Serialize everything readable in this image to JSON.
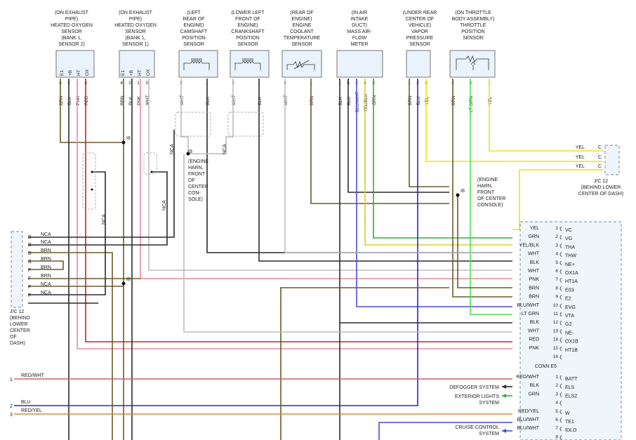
{
  "sensors": [
    {
      "title_lines": [
        "(ON EXHAUST",
        "PIPE)",
        "HEATED OXYGEN",
        "SENSOR",
        "(BANK 1,",
        "SENSOR 2)"
      ],
      "pins": [
        "E1",
        "+B",
        "HT",
        "OX"
      ],
      "pin_nums": [
        "4",
        "2",
        "1",
        "3"
      ],
      "wires": [
        "BRN",
        "BLK",
        "PNK",
        "RED"
      ]
    },
    {
      "title_lines": [
        "(ON EXHAUST",
        "PIPE)",
        "HEATED OXYGEN",
        "SENSOR",
        "(BANK 1,",
        "SENSOR 1)"
      ],
      "pins": [
        "E1",
        "+B",
        "HT",
        "OX"
      ],
      "pin_nums": [
        "4",
        "2",
        "1",
        "3"
      ],
      "wires": [
        "BRN",
        "BLK",
        "PNK",
        "WHT"
      ]
    },
    {
      "title_lines": [
        "(LEFT",
        "REAR OF",
        "ENGINE)",
        "CAMSHAFT",
        "POSITION",
        "SENSOR"
      ],
      "pins": [],
      "pin_nums": [
        "2",
        "1"
      ],
      "wires": [
        "WHT",
        "BLK"
      ]
    },
    {
      "title_lines": [
        "(LOWER LEFT",
        "FRONT OF",
        "ENGINE)",
        "CRANKSHAFT",
        "POSITION",
        "SENSOR"
      ],
      "pins": [],
      "pin_nums": [
        "2",
        "1"
      ],
      "wires": [
        "WHT",
        "BLK"
      ]
    },
    {
      "title_lines": [
        "(REAR OF",
        "ENGINE)",
        "ENGINE",
        "COOLANT",
        "TEMPERATURE",
        "SENSOR"
      ],
      "pins": [],
      "pin_nums": [
        "2",
        "1"
      ],
      "wires": [
        "WHT",
        "BRN"
      ]
    },
    {
      "title_lines": [
        "(IN AIR",
        "INTAKE",
        "DUCT)",
        "MASS AIR-",
        "FLOW",
        "METER"
      ],
      "pins": [],
      "pin_nums": [
        "1",
        "5",
        "2",
        "4",
        "3"
      ],
      "wires": [
        "BLK",
        "BLK",
        "BLU/WHT",
        "YEL/BLK",
        "GRN"
      ]
    },
    {
      "title_lines": [
        "(UNDER REAR",
        "CENTER OF",
        "VEHICLE)",
        "VAPOR",
        "PRESSURE",
        "SENSOR"
      ],
      "pins": [],
      "pin_nums": [
        "1",
        "2",
        "3"
      ],
      "wires": [
        "BRN",
        "BLU",
        "YEL"
      ]
    },
    {
      "title_lines": [
        "(ON THROTTLE",
        "BODY ASSEMBLY)",
        "THROTTLE",
        "POSITION",
        "SENSOR"
      ],
      "pins": [],
      "pin_nums": [
        "2",
        "3",
        "1"
      ],
      "wires": [
        "BRN",
        "LT GRN",
        "YEL"
      ]
    }
  ],
  "splices": {
    "i8_label": "I8",
    "i9_label": "I9",
    "i9_desc": [
      "(ENGINE",
      "HARN,",
      "FRONT",
      "OF",
      "CENTER",
      "CON-",
      "SOLE)"
    ],
    "i8_right_desc": [
      "(ENGINE",
      "HARN,",
      "FRONT",
      "OF CENTER",
      "CONSOLE)"
    ],
    "nca": "NCA"
  },
  "jc12_right": {
    "rows": [
      {
        "wire": "YEL",
        "pin": "C"
      },
      {
        "wire": "YEL",
        "pin": "C"
      },
      {
        "wire": "YEL",
        "pin": "C"
      }
    ],
    "desc": [
      "J/C 12",
      "(BEHIND LOWER",
      "CENTER OF DASH)"
    ]
  },
  "jc12_left": {
    "rows": [
      {
        "pin": "B",
        "wire": "NCA"
      },
      {
        "pin": "B",
        "wire": "NCA"
      },
      {
        "pin": "B",
        "wire": "BRN"
      },
      {
        "pin": "B",
        "wire": "BRN"
      },
      {
        "pin": "F",
        "wire": "BRN"
      },
      {
        "pin": "F",
        "wire": "BRN"
      },
      {
        "pin": "F",
        "wire": "NCA"
      },
      {
        "pin": "F",
        "wire": "NCA"
      }
    ],
    "desc": [
      "J/C 12",
      "(BEHIND",
      "LOWER",
      "CENTER",
      "OF",
      "DASH)"
    ]
  },
  "ecm_pins": [
    {
      "wire": "YEL",
      "num": "1",
      "name": "VC"
    },
    {
      "wire": "GRN",
      "num": "2",
      "name": "VG"
    },
    {
      "wire": "YEL/BLK",
      "num": "3",
      "name": "THA"
    },
    {
      "wire": "WHT",
      "num": "4",
      "name": "THW"
    },
    {
      "wire": "BLK",
      "num": "5",
      "name": "NE+"
    },
    {
      "wire": "WHT",
      "num": "6",
      "name": "OX1A"
    },
    {
      "wire": "PNK",
      "num": "7",
      "name": "HT1A"
    },
    {
      "wire": "BRN",
      "num": "8",
      "name": "E03"
    },
    {
      "wire": "BRN",
      "num": "9",
      "name": "E2"
    },
    {
      "wire": "BLU/WHT",
      "num": "10",
      "name": "EVG"
    },
    {
      "wire": "LT GRN",
      "num": "11",
      "name": "VTA"
    },
    {
      "wire": "BLK",
      "num": "12",
      "name": "G2"
    },
    {
      "wire": "WHT",
      "num": "13",
      "name": "NE-"
    },
    {
      "wire": "RED",
      "num": "14",
      "name": "OX1B"
    },
    {
      "wire": "PNK",
      "num": "15",
      "name": "HT1B"
    },
    {
      "wire": "",
      "num": "16",
      "name": ""
    }
  ],
  "conn_e5": "CONN E5",
  "e5_pins": [
    {
      "wire": "RED/WHT",
      "num": "1",
      "name": "BATT"
    },
    {
      "wire": "BLK",
      "num": "2",
      "name": "ELS"
    },
    {
      "wire": "GRN",
      "num": "3",
      "name": "ELS2"
    },
    {
      "wire": "",
      "num": "4",
      "name": ""
    },
    {
      "wire": "RED/YEL",
      "num": "5",
      "name": "W"
    },
    {
      "wire": "BLU/WHT",
      "num": "6",
      "name": "TE1"
    },
    {
      "wire": "BLU/WHT",
      "num": "7",
      "name": "IDLO"
    },
    {
      "wire": "",
      "num": "8",
      "name": ""
    }
  ],
  "systems": {
    "defogger": "DEFOGGER SYSTEM",
    "exterior1": "EXTERIOR LIGHTS",
    "exterior2": "SYSTEM",
    "cruise1": "CRUISE CONTROL",
    "cruise2": "SYSTEM"
  },
  "left_refs": [
    {
      "num": "1",
      "wire": "RED/WHT"
    },
    {
      "num": "2",
      "wire": "BLU"
    },
    {
      "num": "3",
      "wire": "RED/YEL"
    }
  ],
  "colors": {
    "brn": "#6b5a2a",
    "blk": "#2b2b2b",
    "pnk": "#f08a9a",
    "red": "#d81c1c",
    "wht": "#bdbdbd",
    "yel": "#efe600",
    "grn": "#2bb52b",
    "ltgrn": "#52e052",
    "blu": "#2626d6",
    "yelblk": "#d8cf2a",
    "bluwht": "#4a4ad8",
    "redwht": "#d65c6c",
    "redyel": "#d88a3a",
    "box": "#eaf3fb"
  }
}
